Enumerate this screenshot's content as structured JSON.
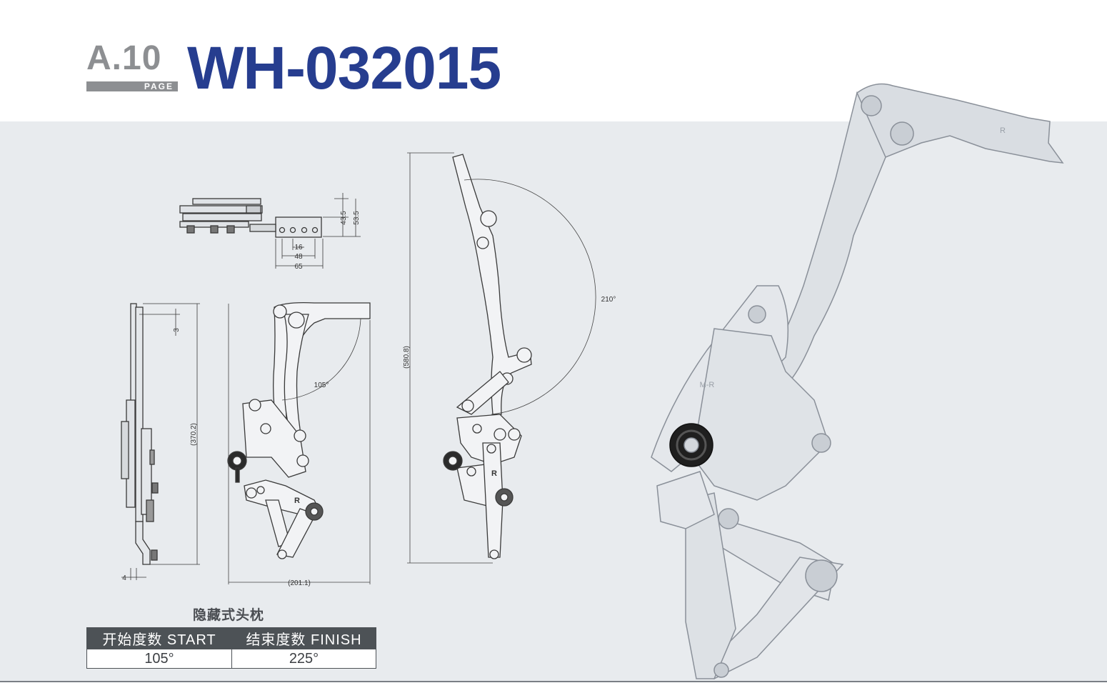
{
  "header": {
    "page_number": "A.10",
    "page_word": "PAGE",
    "model": "WH-032015"
  },
  "drawings": {
    "top_view": {
      "dims": [
        "43.5",
        "53.5",
        "16",
        "48",
        "65"
      ]
    },
    "side_view": {
      "dims": [
        "3",
        "(370.2)",
        "4"
      ]
    },
    "start_view": {
      "dims": [
        "105°",
        "(201.1)"
      ]
    },
    "finish_view": {
      "dims": [
        "210°",
        "(580.8)"
      ]
    },
    "part_marks": {
      "mark_r": "R",
      "mark_mr": "M-R"
    }
  },
  "table": {
    "caption": "隐藏式头枕",
    "headers": [
      "开始度数 START",
      "结束度数 FINISH"
    ],
    "values": [
      "105°",
      "225°"
    ]
  }
}
